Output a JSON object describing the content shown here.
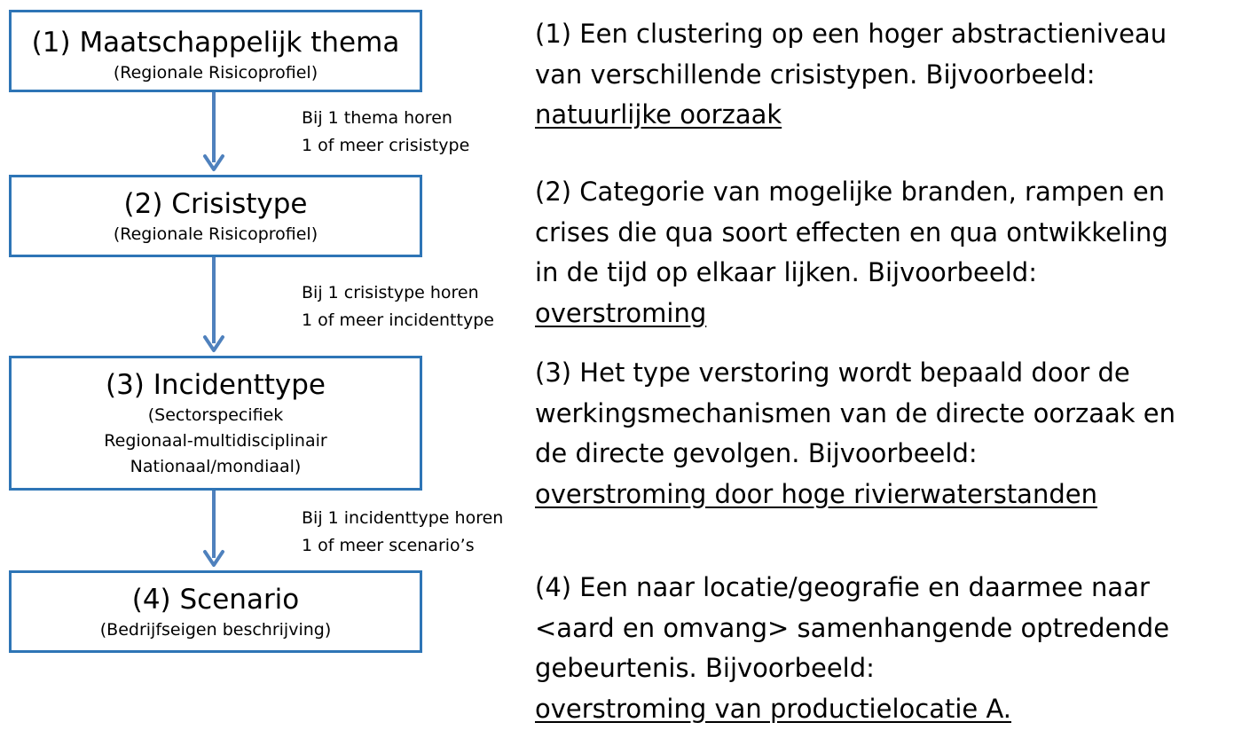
{
  "levels": [
    {
      "title": "(1) Maatschappelijk thema",
      "subtitle_lines": [
        "(Regionale Risicoprofiel)"
      ],
      "description_lines": [
        "(1) Een clustering op een hoger abstractieniveau",
        "van verschillende crisistypen. Bijvoorbeeld:"
      ],
      "example": "natuurlijke oorzaak"
    },
    {
      "title": "(2) Crisistype",
      "subtitle_lines": [
        "(Regionale Risicoprofiel)"
      ],
      "description_lines": [
        "(2) Categorie van mogelijke branden, rampen en",
        "crises die qua soort effecten en qua ontwikkeling",
        "in de tijd op elkaar lijken. Bijvoorbeeld:"
      ],
      "example": "overstroming"
    },
    {
      "title": "(3) Incidenttype",
      "subtitle_lines": [
        "(Sectorspecifiek",
        "Regionaal-multidisciplinair",
        "Nationaal/mondiaal)"
      ],
      "description_lines": [
        "(3) Het type verstoring wordt bepaald door de",
        "werkingsmechanismen van de directe oorzaak en",
        "de directe gevolgen. Bijvoorbeeld:"
      ],
      "example": "overstroming door hoge rivierwaterstanden"
    },
    {
      "title": "(4) Scenario",
      "subtitle_lines": [
        "(Bedrijfseigen beschrijving)"
      ],
      "description_lines": [
        "(4) Een naar locatie/geografie en daarmee naar",
        "<aard en omvang> samenhangende optredende",
        "gebeurtenis. Bijvoorbeeld:"
      ],
      "example": "overstroming van productielocatie A."
    }
  ],
  "connectors": [
    {
      "lines": [
        "Bij 1 thema horen",
        "1 of meer crisistype"
      ]
    },
    {
      "lines": [
        "Bij 1 crisistype horen",
        "1 of meer incidenttype"
      ]
    },
    {
      "lines": [
        "Bij 1 incidenttype horen",
        "1 of meer scenario’s"
      ]
    }
  ],
  "colors": {
    "box_border": "#2e75b6",
    "arrow": "#4f81bd",
    "text": "#000000",
    "background": "#ffffff"
  }
}
